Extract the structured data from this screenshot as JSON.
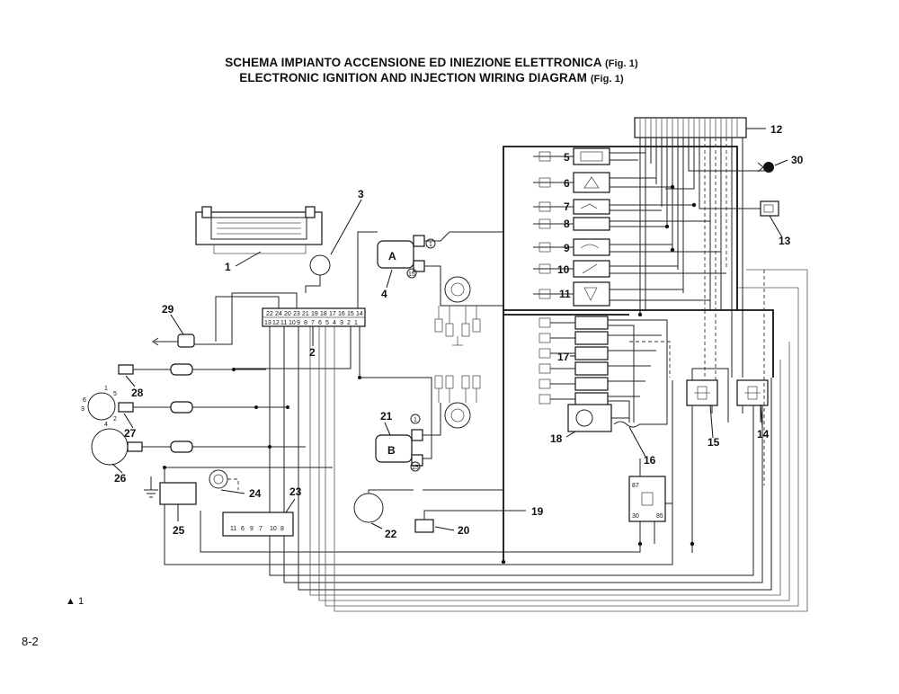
{
  "title_it": "SCHEMA IMPIANTO ACCENSIONE ED INIEZIONE ELETTRONICA",
  "title_it_ref": "(Fig. 1)",
  "title_en": "ELECTRONIC IGNITION AND INJECTION WIRING DIAGRAM",
  "title_en_ref": "(Fig. 1)",
  "page_number": "8-2",
  "figure_marker": "▲ 1",
  "callouts": {
    "c1": "1",
    "c2": "2",
    "c3": "3",
    "c4": "4",
    "c5": "5",
    "c6": "6",
    "c7": "7",
    "c8": "8",
    "c9": "9",
    "c10": "10",
    "c11": "11",
    "c12": "12",
    "c13": "13",
    "c14": "14",
    "c15": "15",
    "c16": "16",
    "c17": "17",
    "c18": "18",
    "c19": "19",
    "c20": "20",
    "c21": "21",
    "c22": "22",
    "c23": "23",
    "c24": "24",
    "c25": "25",
    "c26": "26",
    "c27": "27",
    "c28": "28",
    "c29": "29",
    "c30": "30"
  },
  "coil_labels": {
    "a": "A",
    "b": "B"
  },
  "terminal_15": "15",
  "terminal_1": "1",
  "connector_2_top_pins": [
    "22",
    "24",
    "20",
    "23",
    "21",
    "19",
    "18",
    "17",
    "16",
    "15",
    "14"
  ],
  "connector_2_bottom_pins": [
    "13",
    "12",
    "11",
    "10",
    "9",
    "8",
    "7",
    "6",
    "5",
    "4",
    "3",
    "2",
    "1"
  ],
  "connector_23_pins": [
    "11",
    "6",
    "9",
    "7",
    "10",
    "8"
  ],
  "relay_19_pins": [
    "87",
    "30",
    "85"
  ],
  "sensor_27_pins": [
    "1",
    "5",
    "6",
    "3",
    "4",
    "2"
  ]
}
